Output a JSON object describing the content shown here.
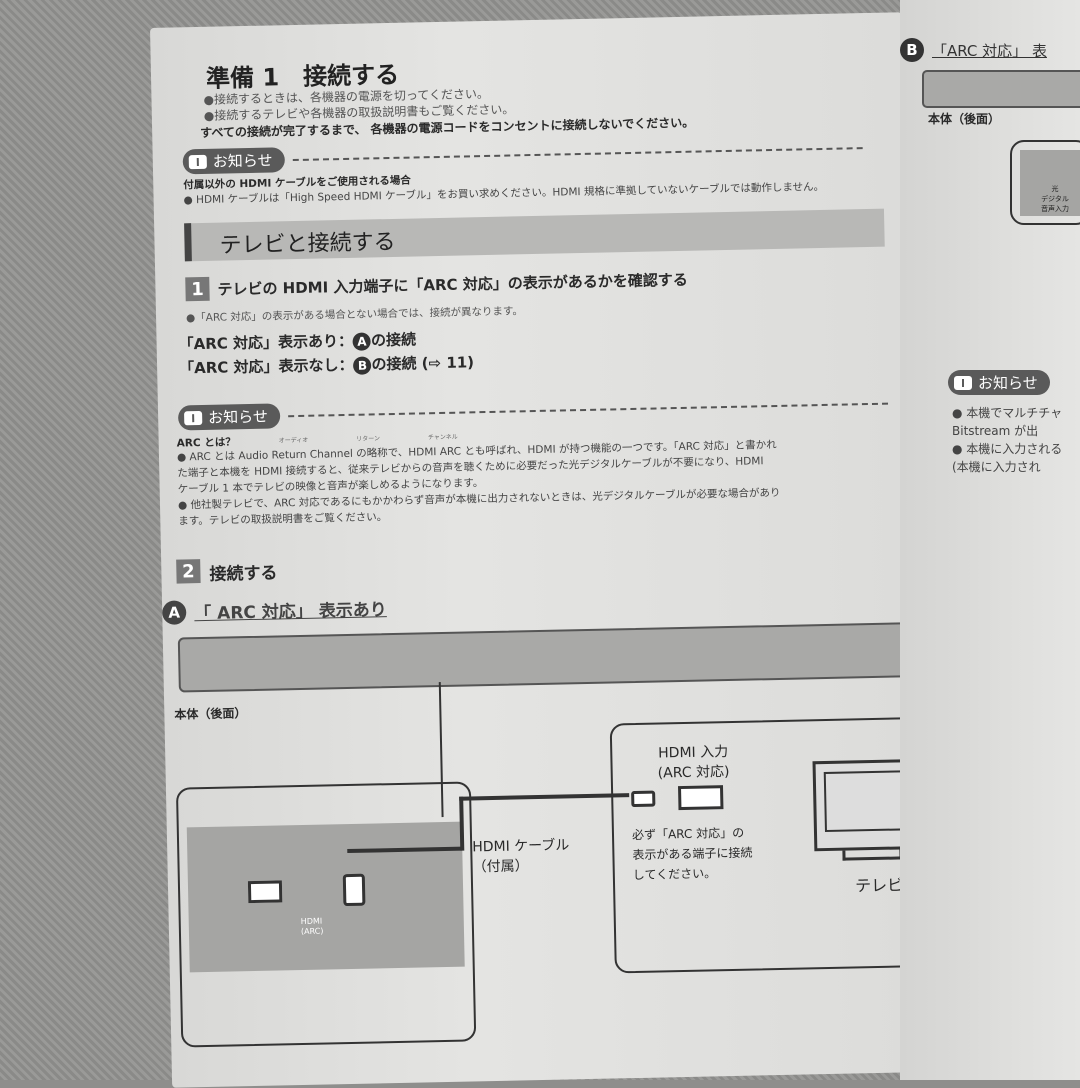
{
  "page": {
    "title": "準備 1　接続する",
    "bullets": [
      "●接続するときは、各機器の電源を切ってください。",
      "●接続するテレビや各機器の取扱説明書もご覧ください。"
    ],
    "warning": "すべての接続が完了するまで、 各機器の電源コードをコンセントに接続しないでください。",
    "notice_label": "お知らせ",
    "notice1": {
      "heading": "付属以外の HDMI ケーブルをご使用される場合",
      "text": "● HDMI ケーブルは「High Speed HDMI ケーブル」をお買い求めください。HDMI 規格に準拠していないケーブルでは動作しません。"
    },
    "section_title": "テレビと接続する",
    "step1": {
      "num": "1",
      "text": "テレビの HDMI 入力端子に「ARC 対応」の表示があるかを確認する",
      "note": "●「ARC 対応」の表示がある場合とない場合では、接続が異なります。",
      "line_a_pre": "「ARC 対応」表示あり：",
      "line_a_post": "の接続",
      "line_b_pre": "「ARC 対応」表示なし：",
      "line_b_post": "の接続 (⇨ 11)"
    },
    "notice2": {
      "heading": "ARC とは？",
      "ruby": [
        "オーディオ",
        "リターン",
        "チャンネル"
      ],
      "lines": [
        "● ARC とは Audio Return Channel の略称で、HDMI ARC とも呼ばれ、HDMI が持つ機能の一つです。「ARC 対応」と書かれ",
        "た端子と本機を HDMI 接続すると、従来テレビからの音声を聴くために必要だった光デジタルケーブルが不要になり、HDMI",
        "ケーブル 1 本でテレビの映像と音声が楽しめるようになります。",
        "● 他社製テレビで、ARC 対応であるにもかかわらず音声が本機に出力されないときは、光デジタルケーブルが必要な場合があり",
        "ます。テレビの取扱説明書をご覧ください。"
      ]
    },
    "step2": {
      "num": "2",
      "text": "接続する"
    },
    "section_a": {
      "badge": "A",
      "title": "「 ARC 対応」 表示あり"
    },
    "diagram": {
      "unit_rear": "本体（後面）",
      "port_label": [
        "HDMI",
        "(ARC)"
      ],
      "cable": [
        "HDMI ケーブル",
        "（付属）"
      ],
      "tv_input": [
        "HDMI 入力",
        "(ARC 対応)"
      ],
      "instruction": [
        "必ず「ARC 対応」の",
        "表示がある端子に接続",
        "してください。"
      ],
      "tv": "テレビ"
    }
  },
  "right_page": {
    "section_b": {
      "badge": "B",
      "title": "「ARC 対応」 表"
    },
    "unit_rear": "本体（後面）",
    "port_label": [
      "光",
      "デジタル",
      "音声入力"
    ],
    "notice_label": "お知らせ",
    "lines": [
      "● 本機でマルチチャ",
      "Bitstream が出",
      "● 本機に入力される",
      "(本機に入力され"
    ]
  }
}
